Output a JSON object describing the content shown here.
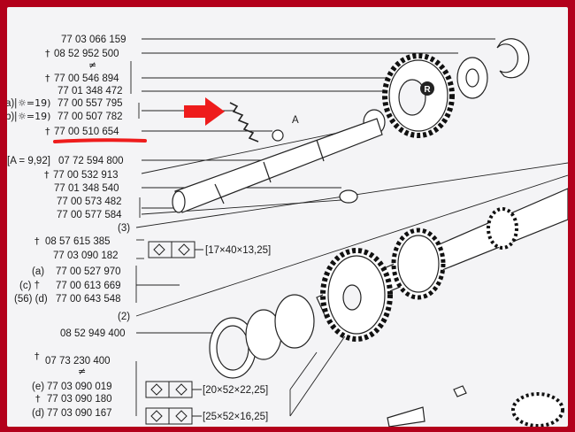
{
  "callouts": {
    "c1": {
      "part": "77 03 066 159"
    },
    "c2": {
      "mark": "†",
      "part": "08 52 952 500"
    },
    "c2b": {
      "mark": "≠"
    },
    "c3": {
      "mark": "†",
      "part": "77 00 546 894"
    },
    "c4": {
      "part": "77 01 348 472"
    },
    "c5": {
      "pre": "a)|",
      "mark": "☼=19)",
      "part": "77 00 557 795"
    },
    "c6": {
      "pre": "b)|",
      "mark": "☼=19)",
      "part": "77 00 507 782"
    },
    "c7": {
      "mark": "†",
      "part": "77 00 510 654"
    },
    "c8": {
      "pre": "[A = 9,92]",
      "part": "07 72 594 800"
    },
    "c9": {
      "mark": "†",
      "part": "77 00 532 913"
    },
    "c10": {
      "part": "77 01 348 540"
    },
    "c11": {
      "part": "77 00 573 482"
    },
    "c12": {
      "part": "77 00 577 584"
    },
    "c13": {
      "part": "(3)"
    },
    "c14": {
      "mark": "†",
      "part": "08 57 615 385"
    },
    "c15": {
      "part": "77 03 090 182"
    },
    "c16": {
      "pre": "(a)",
      "part": "77 00 527 970"
    },
    "c17": {
      "pre": "(c) †",
      "part": "77 00 613 669"
    },
    "c18": {
      "pre": "(56) (d)",
      "part": "77 00 643 548"
    },
    "c19": {
      "part": "(2)"
    },
    "c20": {
      "part": "08 52 949 400"
    },
    "c21": {
      "mark": "†",
      "part": "07 73 230 400"
    },
    "c21b": {
      "mark": "≠"
    },
    "c22": {
      "pre": "(e)",
      "part": "77 03 090 019"
    },
    "c23": {
      "mark": "†",
      "part": "77 03 090 180"
    },
    "c24": {
      "pre": "(d)",
      "part": "77 03 090 167"
    }
  },
  "dims": {
    "d1": "[17×40×13,25]",
    "d2": "[20×52×22,25]",
    "d3": "[25×52×16,25]"
  },
  "labels": {
    "gap_label": "A",
    "ring_mark": "R"
  },
  "colors": {
    "frame": "#b3001b",
    "page": "#f4f4f6",
    "ink": "#1a1a1a",
    "highlight_arrow": "#ee1c1c"
  },
  "icons": {
    "arrow": "red-highlight-arrow",
    "underline": "red-highlight-underline",
    "bearing_symbol": "bearing-symbol-icon"
  }
}
